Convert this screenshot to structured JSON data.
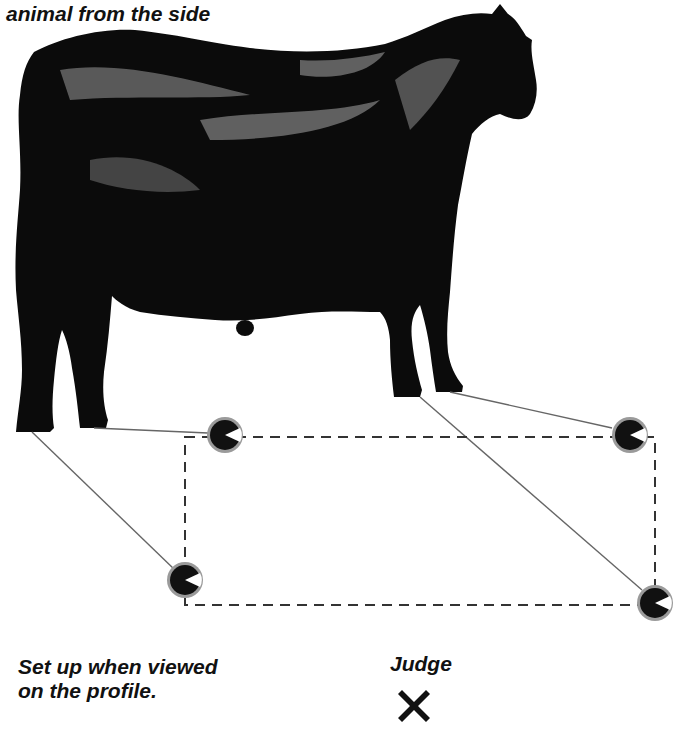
{
  "diagram": {
    "labels": [
      "animal from the side",
      "Set up when viewed on the profile.",
      "Judge"
    ]
  }
}
